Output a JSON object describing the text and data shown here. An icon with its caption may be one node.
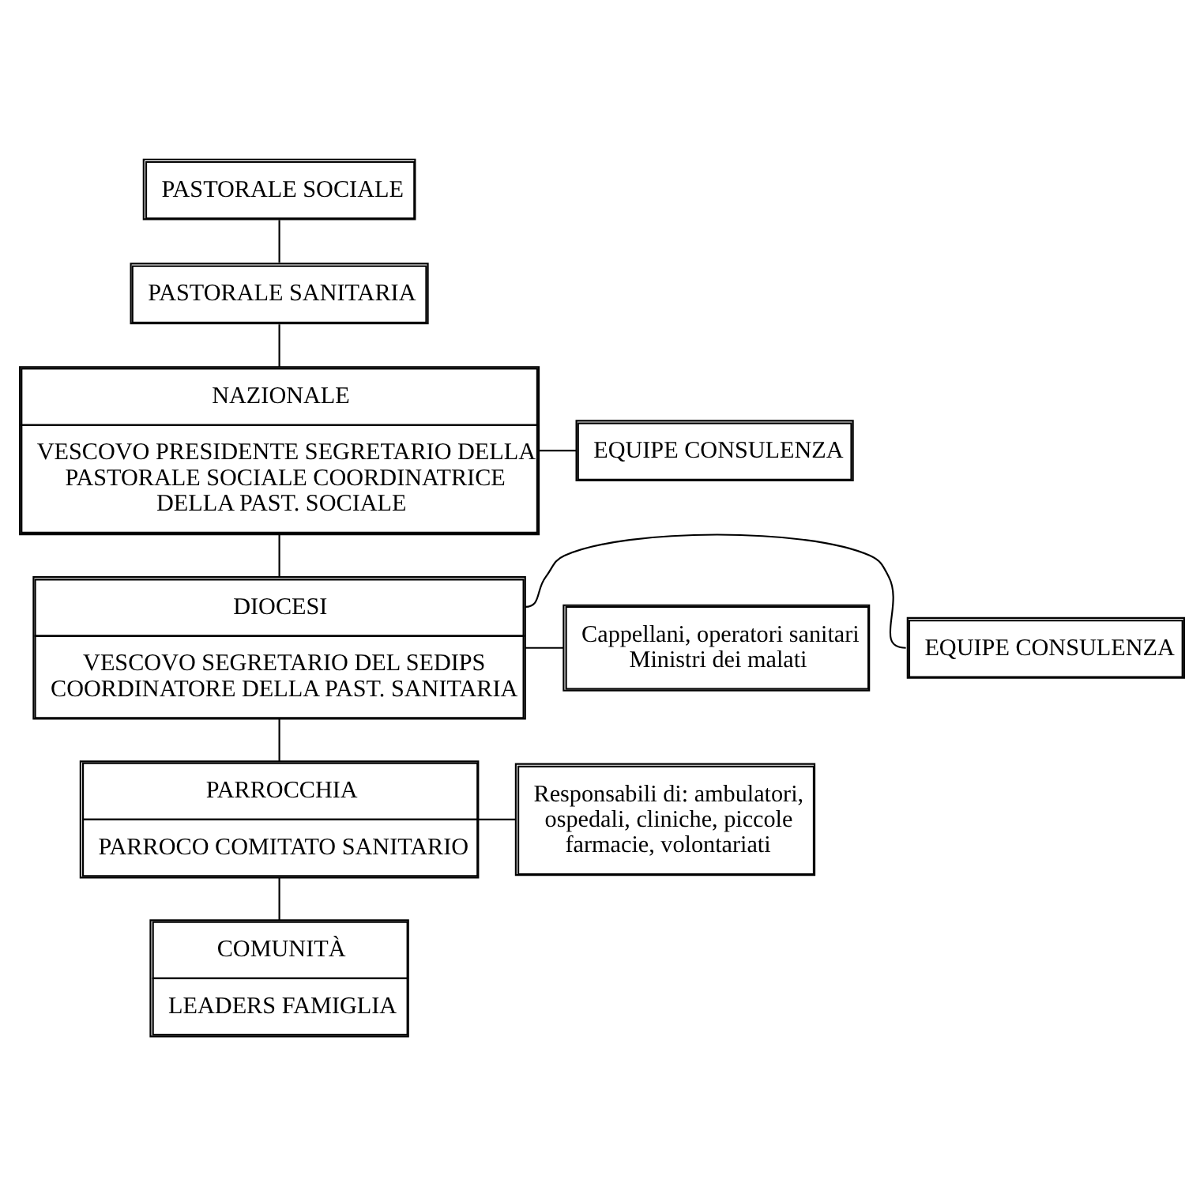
{
  "diagram": {
    "nodes": [
      {
        "text": [
          "PASTORALE SOCIALE"
        ]
      },
      {
        "text": [
          "PASTORALE SANITARIA"
        ]
      },
      {
        "text": [
          "NAZIONALE",
          "VESCOVO PRESIDENTE SEGRETARIO DELLA PASTORALE SOCIALE COORDINATRICE DELLA PAST. SOCIALE"
        ]
      },
      {
        "text": [
          "EQUIPE CONSULENZA"
        ]
      },
      {
        "text": [
          "DIOCESI",
          "VESCOVO SEGRETARIO DEL SEDIPS COORDINATORE DELLA PAST. SANITARIA"
        ]
      },
      {
        "text": [
          "EQUIPE CONSULENZA"
        ]
      },
      {
        "text": [
          "Cappellani, operatori sanitari Ministri dei malati"
        ]
      },
      {
        "text": [
          "PARROCCHIA",
          "PARROCO COMITATO SANITARIO"
        ]
      },
      {
        "text": [
          "Responsabili di: ambulatori, ospedali, cliniche, piccole farmacie, volontariati"
        ]
      },
      {
        "text": [
          "COMUNITÀ",
          "LEADERS FAMIGLIA"
        ]
      }
    ],
    "edges": [
      {
        "from": 0,
        "to": 1,
        "arrow": "none"
      },
      {
        "from": 1,
        "to": 2,
        "arrow": "none"
      },
      {
        "from": 2,
        "to": 3,
        "arrow": "none"
      },
      {
        "from": 2,
        "to": 4,
        "arrow": "none"
      },
      {
        "from": 4,
        "to": 5,
        "arrow": "none"
      },
      {
        "from": 4,
        "to": 6,
        "arrow": "none"
      },
      {
        "from": 4,
        "to": 7,
        "arrow": "none"
      },
      {
        "from": 7,
        "to": 8,
        "arrow": "none"
      },
      {
        "from": 7,
        "to": 9,
        "arrow": "none"
      }
    ]
  }
}
